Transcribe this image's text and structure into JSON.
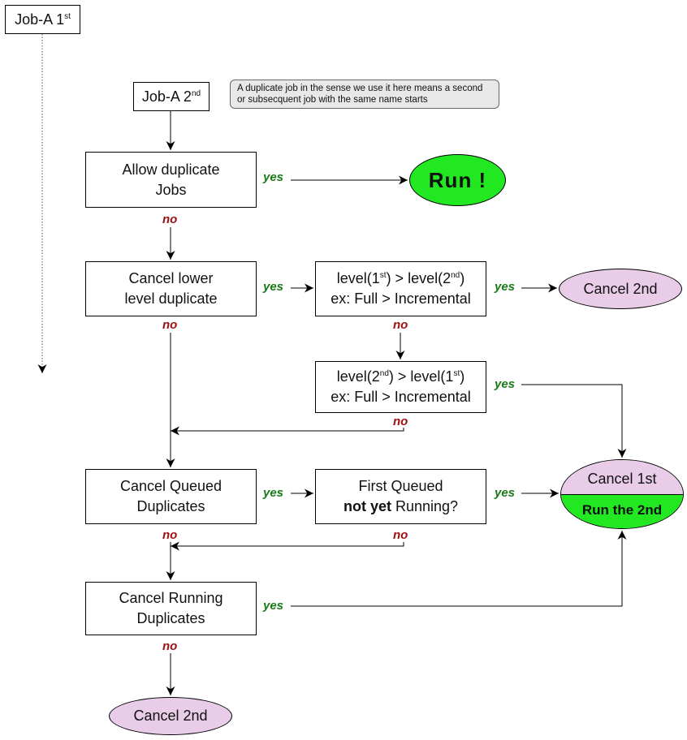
{
  "colors": {
    "run": "#22e822",
    "cancel": "#e8cce8",
    "yes": "#1a7a1a",
    "no": "#9b1010",
    "note_bg": "#e8e8e8"
  },
  "jobs": {
    "first": {
      "base": "Job-A 1",
      "sup": "st"
    },
    "second": {
      "base": "Job-A 2",
      "sup": "nd"
    }
  },
  "note": "A duplicate job in the sense we use it here means a second or subsecquent job with the same name starts",
  "decisions": {
    "allow_duplicate": [
      "Allow duplicate",
      "Jobs"
    ],
    "cancel_lower": [
      "Cancel lower",
      "level duplicate"
    ],
    "level_first": {
      "a": "level(1",
      "a_sup": "st",
      "b": ") > level(2",
      "b_sup": "nd",
      "c": ")",
      "line2": "ex: Full > Incremental"
    },
    "level_second": {
      "a": "level(2",
      "a_sup": "nd",
      "b": ") > level(1",
      "b_sup": "st",
      "c": ")",
      "line2": "ex: Full > Incremental"
    },
    "cancel_queued": [
      "Cancel Queued",
      "Duplicates"
    ],
    "first_queued": {
      "line1": "First Queued",
      "line2_bold": "not yet",
      "line2_rest": " Running?"
    },
    "cancel_running": [
      "Cancel Running",
      "Duplicates"
    ]
  },
  "outcomes": {
    "run": "Run !",
    "cancel_second_right": "Cancel 2nd",
    "cancel_first": "Cancel 1st",
    "run_second": "Run the 2nd",
    "cancel_second_bottom": "Cancel 2nd"
  },
  "labels": {
    "yes": "yes",
    "no": "no"
  }
}
